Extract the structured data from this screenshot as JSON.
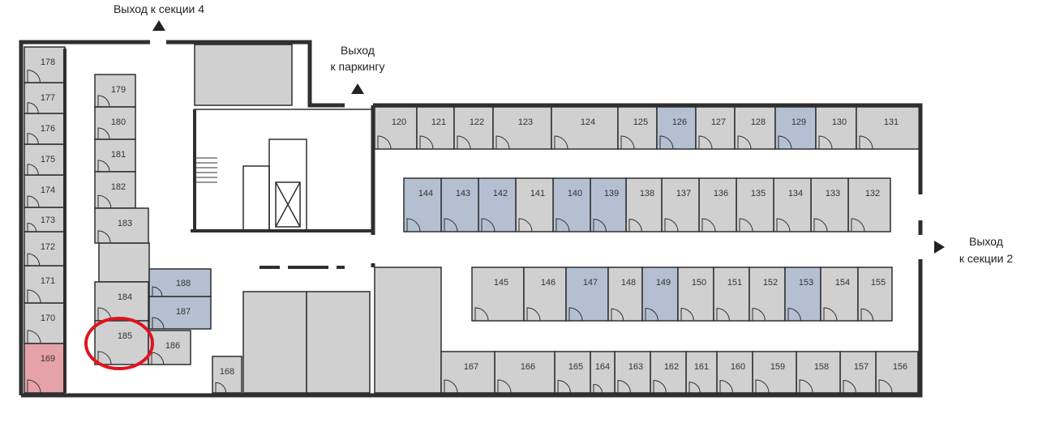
{
  "colors": {
    "available": "#d0d0d0",
    "reserved": "#b4c0d2",
    "sold": "#e6a3a7",
    "wall": "#2f2f2f",
    "marker": "#e0141e"
  },
  "exits": {
    "section4": "Выход к секции 4",
    "parking_line1": "Выход",
    "parking_line2": "к паркингу",
    "section2_line1": "Выход",
    "section2_line2": "к секции 2"
  },
  "highlighted_unit": "185",
  "units": {
    "169": "sold",
    "170": "available",
    "171": "available",
    "172": "available",
    "173": "available",
    "174": "available",
    "175": "available",
    "176": "available",
    "177": "available",
    "178": "available",
    "179": "available",
    "180": "available",
    "181": "available",
    "182": "available",
    "183": "available",
    "184": "available",
    "185": "available",
    "186": "available",
    "187": "reserved",
    "188": "reserved",
    "120": "available",
    "121": "available",
    "122": "available",
    "123": "available",
    "124": "available",
    "125": "available",
    "126": "reserved",
    "127": "available",
    "128": "available",
    "129": "reserved",
    "130": "available",
    "131": "available",
    "144": "reserved",
    "143": "reserved",
    "142": "reserved",
    "141": "available",
    "140": "reserved",
    "139": "reserved",
    "138": "available",
    "137": "available",
    "136": "available",
    "135": "available",
    "134": "available",
    "133": "available",
    "132": "available",
    "145": "available",
    "146": "available",
    "147": "reserved",
    "148": "available",
    "149": "reserved",
    "150": "available",
    "151": "available",
    "152": "available",
    "153": "reserved",
    "154": "available",
    "155": "available",
    "167": "available",
    "166": "available",
    "165": "available",
    "164": "available",
    "163": "available",
    "162": "available",
    "161": "available",
    "160": "available",
    "159": "available",
    "158": "available",
    "157": "available",
    "156": "available",
    "168": "available"
  }
}
